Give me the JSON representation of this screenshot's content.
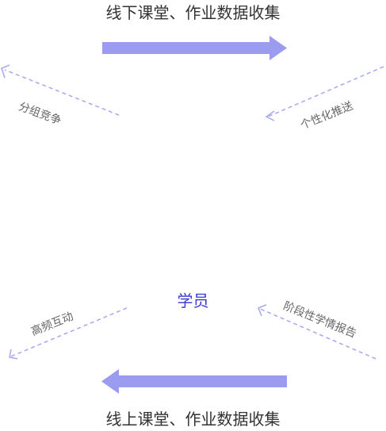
{
  "diagram": {
    "top_title": "线下课堂、作业数据收集",
    "bottom_title": "线上课堂、作业数据收集",
    "center_label": "学员",
    "labels": {
      "group_compete": "分组竞争",
      "personalized_push": "个性化推送",
      "interaction": "高频互动",
      "stage_report": "阶段性学情报告"
    },
    "colors": {
      "arrow": "#9b9bf0",
      "dashed": "#a7a7f0",
      "center_text": "#3b3bd6",
      "title_text": "#333333",
      "label_text": "#666666"
    }
  }
}
